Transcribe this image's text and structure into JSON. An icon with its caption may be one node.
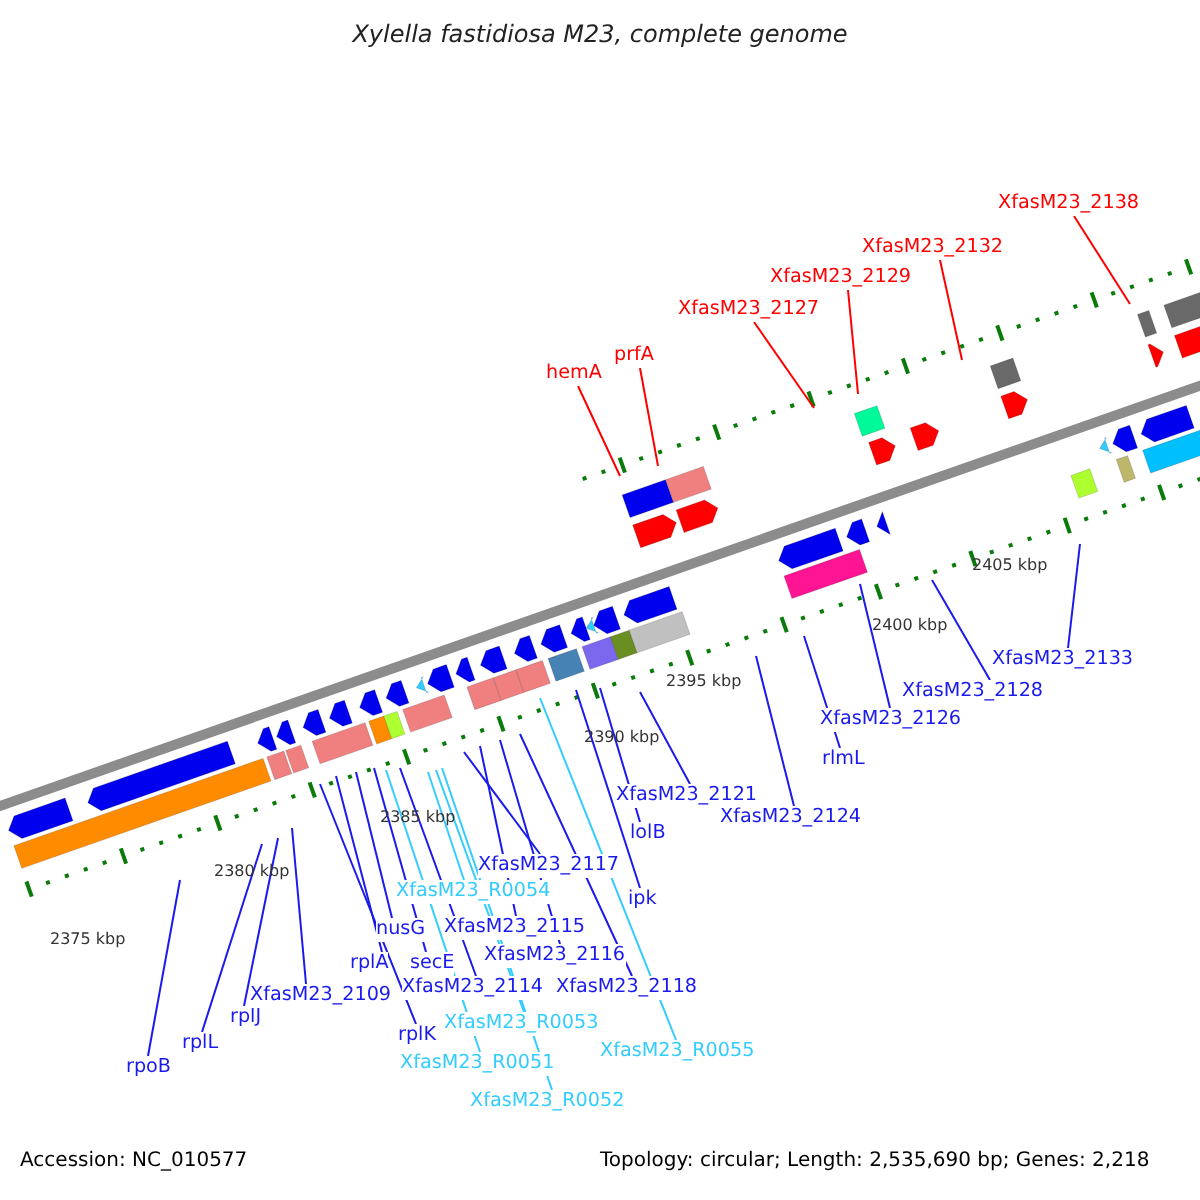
{
  "diagram": {
    "title": "Xylella fastidiosa M23, complete genome",
    "nodes": [
      {
        "text": [
          "hemA"
        ]
      },
      {
        "text": [
          "prfA"
        ]
      },
      {
        "text": [
          "XfasM23_2127"
        ]
      },
      {
        "text": [
          "XfasM23_2129"
        ]
      },
      {
        "text": [
          "XfasM23_2132"
        ]
      },
      {
        "text": [
          "XfasM23_2138"
        ]
      },
      {
        "text": [
          "rpoB"
        ]
      },
      {
        "text": [
          "rplL"
        ]
      },
      {
        "text": [
          "rplJ"
        ]
      },
      {
        "text": [
          "XfasM23_2109"
        ]
      },
      {
        "text": [
          "rplA"
        ]
      },
      {
        "text": [
          "nusG"
        ]
      },
      {
        "text": [
          "secE"
        ]
      },
      {
        "text": [
          "XfasM23_2114"
        ]
      },
      {
        "text": [
          "rplK"
        ]
      },
      {
        "text": [
          "XfasM23_R0054"
        ]
      },
      {
        "text": [
          "XfasM23_R0053"
        ]
      },
      {
        "text": [
          "XfasM23_R0051"
        ]
      },
      {
        "text": [
          "XfasM23_R0052"
        ]
      },
      {
        "text": [
          "XfasM23_2117"
        ]
      },
      {
        "text": [
          "XfasM23_2115"
        ]
      },
      {
        "text": [
          "XfasM23_2116"
        ]
      },
      {
        "text": [
          "XfasM23_2118"
        ]
      },
      {
        "text": [
          "XfasM23_R0055"
        ]
      },
      {
        "text": [
          "ipk"
        ]
      },
      {
        "text": [
          "lolB"
        ]
      },
      {
        "text": [
          "XfasM23_2121"
        ]
      },
      {
        "text": [
          "XfasM23_2124"
        ]
      },
      {
        "text": [
          "rlmL"
        ]
      },
      {
        "text": [
          "XfasM23_2126"
        ]
      },
      {
        "text": [
          "XfasM23_2128"
        ]
      },
      {
        "text": [
          "XfasM23_2133"
        ]
      }
    ],
    "edges": [
      {
        "from": 0,
        "to": null,
        "arrow": "none",
        "color": "#ff0000"
      },
      {
        "from": 1,
        "to": null,
        "arrow": "none",
        "color": "#ff0000"
      },
      {
        "from": 2,
        "to": null,
        "arrow": "none",
        "color": "#ff0000"
      },
      {
        "from": 3,
        "to": null,
        "arrow": "none",
        "color": "#ff0000"
      },
      {
        "from": 4,
        "to": null,
        "arrow": "none",
        "color": "#ff0000"
      },
      {
        "from": 5,
        "to": null,
        "arrow": "none",
        "color": "#ff0000"
      },
      {
        "from": 6,
        "to": null,
        "arrow": "none"
      },
      {
        "from": 7,
        "to": null,
        "arrow": "none"
      },
      {
        "from": 8,
        "to": null,
        "arrow": "none"
      },
      {
        "from": 9,
        "to": null,
        "arrow": "none"
      },
      {
        "from": 10,
        "to": null,
        "arrow": "none"
      },
      {
        "from": 11,
        "to": null,
        "arrow": "none"
      },
      {
        "from": 12,
        "to": null,
        "arrow": "none"
      },
      {
        "from": 13,
        "to": null,
        "arrow": "none"
      },
      {
        "from": 14,
        "to": null,
        "arrow": "none"
      },
      {
        "from": 15,
        "to": null,
        "arrow": "none",
        "color": "#33ccff"
      },
      {
        "from": 16,
        "to": null,
        "arrow": "none",
        "color": "#33ccff"
      },
      {
        "from": 17,
        "to": null,
        "arrow": "none",
        "color": "#33ccff"
      },
      {
        "from": 18,
        "to": null,
        "arrow": "none",
        "color": "#33ccff"
      },
      {
        "from": 19,
        "to": null,
        "arrow": "none"
      },
      {
        "from": 20,
        "to": null,
        "arrow": "none"
      },
      {
        "from": 21,
        "to": null,
        "arrow": "none"
      },
      {
        "from": 22,
        "to": null,
        "arrow": "none"
      },
      {
        "from": 23,
        "to": null,
        "arrow": "none",
        "color": "#33ccff"
      },
      {
        "from": 24,
        "to": null,
        "arrow": "none"
      },
      {
        "from": 25,
        "to": null,
        "arrow": "none"
      },
      {
        "from": 26,
        "to": null,
        "arrow": "none"
      },
      {
        "from": 27,
        "to": null,
        "arrow": "none"
      },
      {
        "from": 28,
        "to": null,
        "arrow": "none"
      },
      {
        "from": 29,
        "to": null,
        "arrow": "none"
      },
      {
        "from": 30,
        "to": null,
        "arrow": "none"
      },
      {
        "from": 31,
        "to": null,
        "arrow": "none"
      }
    ],
    "labels": [
      "2405 kbp",
      "2400 kbp",
      "2395 kbp",
      "2390 kbp",
      "2385 kbp",
      "2380 kbp",
      "2375 kbp",
      "Accession: NC_010577",
      "Topology: circular; Length: 2,535,690 bp; Genes: 2,218"
    ]
  }
}
